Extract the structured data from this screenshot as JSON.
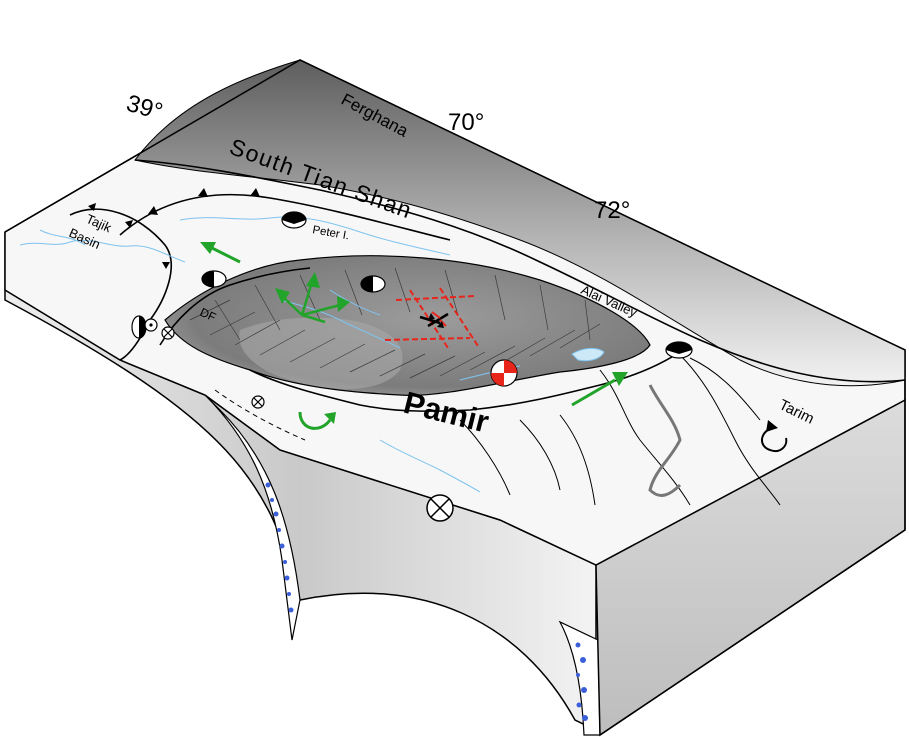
{
  "labels": {
    "lat_39": "39°",
    "lon_70": "70°",
    "lon_72": "72°",
    "ferghana": "Ferghana",
    "south_tian_shan": "South Tian Shan",
    "tajik_basin_1": "Tajik",
    "tajik_basin_2": "Basin",
    "peter_i": "Peter I.",
    "alai_valley": "Alai Valley",
    "df": "DF",
    "pamir": "Pamir",
    "tarim": "Tarim"
  },
  "colors": {
    "motion_arrows": "#22a32a",
    "strain_axes": "#e8251b",
    "rivers": "#7fc3ee",
    "slab_markers": "#3a5fd8",
    "mountains": "#7a7a7a"
  }
}
